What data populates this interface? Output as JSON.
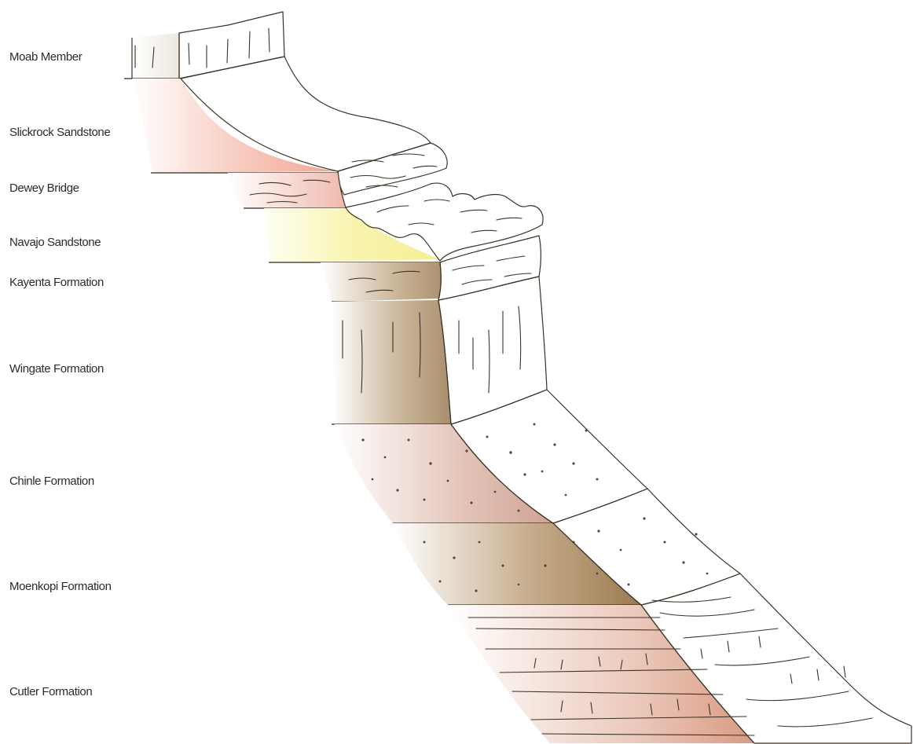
{
  "figure": {
    "type": "stratigraphic cross-section",
    "colors": {
      "moab": "#f2eee8",
      "slickrock": "#f4a99a",
      "dewey": "#f2c0b6",
      "navajo": "#f7f3a0",
      "kayenta": "#b9a07e",
      "wingate": "#b59e80",
      "chinle": "#d4aea2",
      "moenkopi": "#a8875f",
      "cutler": "#e2b3a3"
    }
  },
  "layers": [
    {
      "name": "Moab Member"
    },
    {
      "name": "Slickrock Sandstone"
    },
    {
      "name": "Dewey Bridge"
    },
    {
      "name": "Navajo Sandstone"
    },
    {
      "name": "Kayenta Formation"
    },
    {
      "name": "Wingate Formation"
    },
    {
      "name": "Chinle Formation"
    },
    {
      "name": "Moenkopi Formation"
    },
    {
      "name": "Cutler Formation"
    }
  ]
}
